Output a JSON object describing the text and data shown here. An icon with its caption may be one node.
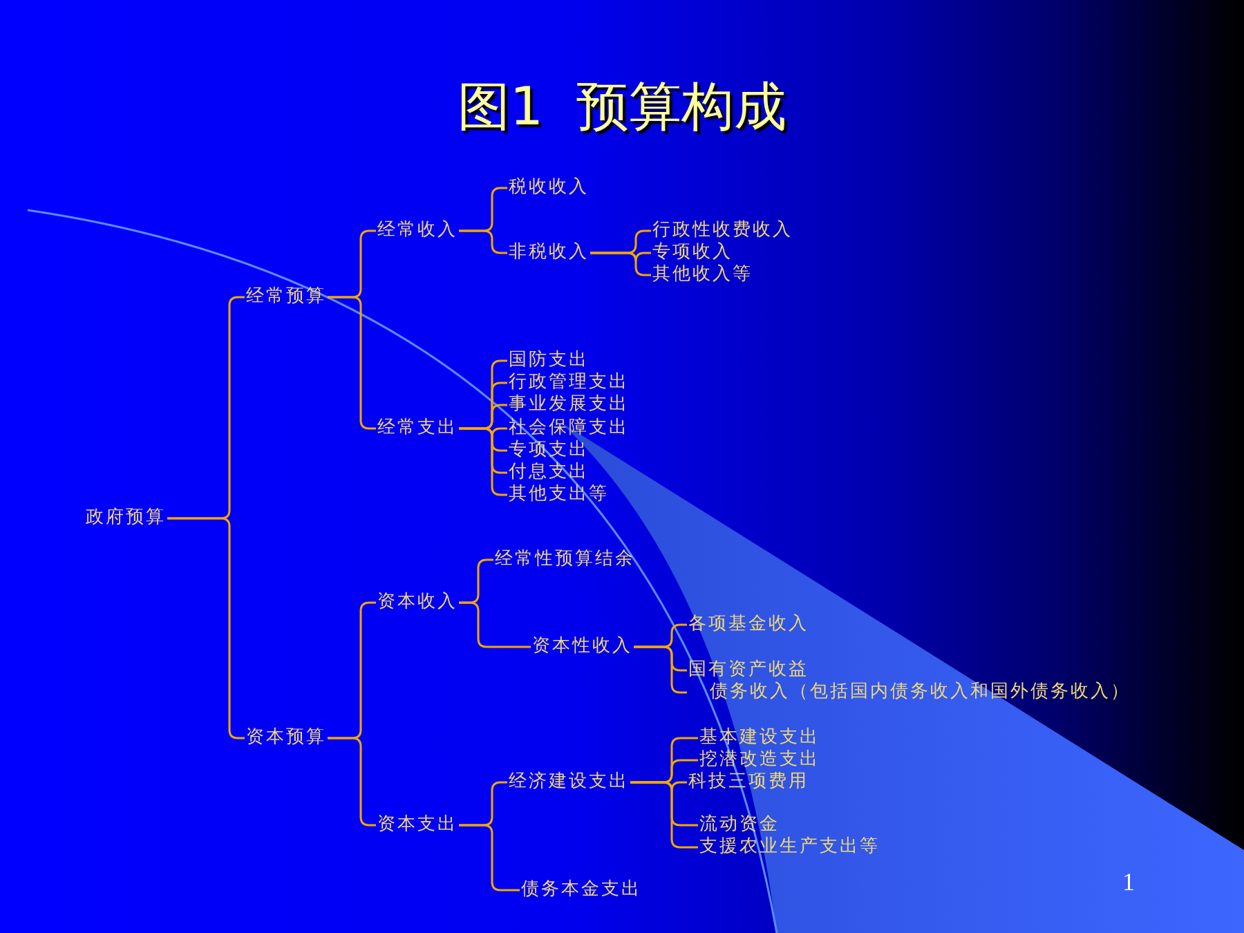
{
  "diagram": {
    "title": "图1  预算构成",
    "nodes": [
      {
        "text": [
          "政府预算"
        ]
      },
      {
        "text": [
          "经常预算"
        ]
      },
      {
        "text": [
          "经常收入"
        ]
      },
      {
        "text": [
          "税收收入"
        ]
      },
      {
        "text": [
          "非税收入"
        ]
      },
      {
        "text": [
          "行政性收费收入"
        ]
      },
      {
        "text": [
          "专项收入"
        ]
      },
      {
        "text": [
          "其他收入等"
        ]
      },
      {
        "text": [
          "经常支出"
        ]
      },
      {
        "text": [
          "国防支出"
        ]
      },
      {
        "text": [
          "行政管理支出"
        ]
      },
      {
        "text": [
          "事业发展支出"
        ]
      },
      {
        "text": [
          "社会保障支出"
        ]
      },
      {
        "text": [
          "专项支出"
        ]
      },
      {
        "text": [
          "付息支出"
        ]
      },
      {
        "text": [
          "其他支出等"
        ]
      },
      {
        "text": [
          "资本预算"
        ]
      },
      {
        "text": [
          "资本收入"
        ]
      },
      {
        "text": [
          "经常性预算结余"
        ]
      },
      {
        "text": [
          "资本性收入"
        ]
      },
      {
        "text": [
          "各项基金收入"
        ]
      },
      {
        "text": [
          "国有资产收益"
        ]
      },
      {
        "text": [
          "债务收入（包括国内债务收入和国外债务收入）"
        ]
      },
      {
        "text": [
          "资本支出"
        ]
      },
      {
        "text": [
          "经济建设支出"
        ]
      },
      {
        "text": [
          "基本建设支出"
        ]
      },
      {
        "text": [
          "挖潜改造支出"
        ]
      },
      {
        "text": [
          "科技三项费用"
        ]
      },
      {
        "text": [
          "流动资金"
        ]
      },
      {
        "text": [
          "支援农业生产支出等"
        ]
      },
      {
        "text": [
          "债务本金支出"
        ]
      }
    ],
    "edges": [
      {
        "from": 0,
        "to": 1,
        "arrow": "none"
      },
      {
        "from": 0,
        "to": 16,
        "arrow": "none"
      },
      {
        "from": 1,
        "to": 2,
        "arrow": "none"
      },
      {
        "from": 1,
        "to": 8,
        "arrow": "none"
      },
      {
        "from": 2,
        "to": 3,
        "arrow": "none"
      },
      {
        "from": 2,
        "to": 4,
        "arrow": "none"
      },
      {
        "from": 4,
        "to": 5,
        "arrow": "none"
      },
      {
        "from": 4,
        "to": 6,
        "arrow": "none"
      },
      {
        "from": 4,
        "to": 7,
        "arrow": "none"
      },
      {
        "from": 8,
        "to": 9,
        "arrow": "none"
      },
      {
        "from": 8,
        "to": 10,
        "arrow": "none"
      },
      {
        "from": 8,
        "to": 11,
        "arrow": "none"
      },
      {
        "from": 8,
        "to": 12,
        "arrow": "none"
      },
      {
        "from": 8,
        "to": 13,
        "arrow": "none"
      },
      {
        "from": 8,
        "to": 14,
        "arrow": "none"
      },
      {
        "from": 8,
        "to": 15,
        "arrow": "none"
      },
      {
        "from": 16,
        "to": 17,
        "arrow": "none"
      },
      {
        "from": 16,
        "to": 23,
        "arrow": "none"
      },
      {
        "from": 17,
        "to": 18,
        "arrow": "none"
      },
      {
        "from": 17,
        "to": 19,
        "arrow": "none"
      },
      {
        "from": 19,
        "to": 20,
        "arrow": "none"
      },
      {
        "from": 19,
        "to": 21,
        "arrow": "none"
      },
      {
        "from": 19,
        "to": 22,
        "arrow": "none"
      },
      {
        "from": 23,
        "to": 24,
        "arrow": "none"
      },
      {
        "from": 23,
        "to": 30,
        "arrow": "none"
      },
      {
        "from": 24,
        "to": 25,
        "arrow": "none"
      },
      {
        "from": 24,
        "to": 26,
        "arrow": "none"
      },
      {
        "from": 24,
        "to": 27,
        "arrow": "none"
      },
      {
        "from": 24,
        "to": 28,
        "arrow": "none"
      },
      {
        "from": 24,
        "to": 29,
        "arrow": "none"
      }
    ],
    "labels": [
      "1"
    ]
  }
}
